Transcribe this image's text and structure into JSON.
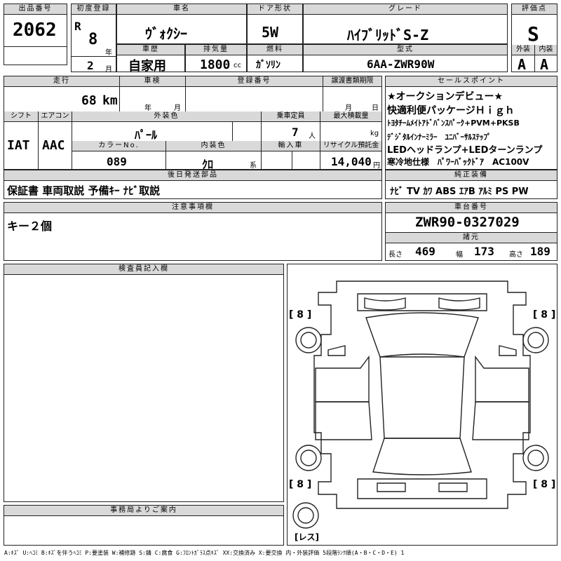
{
  "header": {
    "lot_label": "出品番号",
    "lot_value": "2062",
    "first_reg_label": "初度登録",
    "era": "R",
    "year": "8",
    "year_unit": "年",
    "month": "2",
    "month_unit": "月",
    "car_name_label": "車名",
    "car_name": "ｳﾞｫｸｼｰ",
    "door_label": "ドア形状",
    "door_value": "5W",
    "grade_label": "グレード",
    "grade_value": "ﾊｲﾌﾞﾘｯﾄﾞS-Z",
    "score_label": "評価点",
    "score_value": "S",
    "history_label": "車歴",
    "history_value": "自家用",
    "displacement_label": "排気量",
    "displacement_value": "1800",
    "displacement_unit": "cc",
    "fuel_label": "燃料",
    "fuel_value": "ｶﾞｿﾘﾝ",
    "model_label": "型式",
    "model_value": "6AA-ZWR90W",
    "exterior_label": "外装",
    "exterior_value": "A",
    "interior_label": "内装",
    "interior_value": "A"
  },
  "row2": {
    "mileage_label": "走行",
    "mileage_value": "68",
    "mileage_unit": "km",
    "inspection_label": "車検",
    "inspection_year_unit": "年",
    "inspection_month_unit": "月",
    "regno_label": "登録番号",
    "transfer_label": "譲渡書類期限",
    "transfer_month_unit": "月",
    "transfer_day_unit": "日",
    "shift_label": "シフト",
    "shift_value": "IAT",
    "aircon_label": "エアコン",
    "aircon_value": "AAC",
    "color_label": "外装色",
    "color_value": "ﾊﾟｰﾙ",
    "capacity_label": "乗車定員",
    "capacity_value": "7",
    "capacity_unit": "人",
    "load_label": "最大積載量",
    "load_unit": "kg",
    "colorno_label": "カラーNo.",
    "colorno_value": "089",
    "intcolor_label": "内装色",
    "intcolor_value": "ｸﾛ",
    "intcolor_unit": "系",
    "import_label": "輸入車",
    "recycle_label": "リサイクル預託金",
    "recycle_value": "14,040",
    "recycle_unit": "円"
  },
  "sales_points": {
    "label": "セールスポイント",
    "lines": [
      "★オークションデビュー★",
      "快適利便パッケージＨｉｇｈ",
      "ﾄﾖﾀﾁｰﾑﾒｲﾄｱﾄﾞﾊﾞﾝｽﾊﾟｰｸ+PVM+PKSB",
      "ﾃﾞｼﾞﾀﾙｲﾝﾅｰﾐﾗｰ　ﾕﾆﾊﾞｰｻﾙｽﾃｯﾌﾟ",
      "LEDヘッドランプ+LEDターンランプ",
      "寒冷地仕様　ﾊﾟﾜｰﾊﾞｯｸﾄﾞｱ　AC100V"
    ]
  },
  "later": {
    "label": "後日発送部品",
    "value": "保証書 車両取説 予備ｷｰ ﾅﾋﾞ取説"
  },
  "equipment": {
    "label": "純正装備",
    "value": "ﾅﾋﾞ TV ｶﾜ ABS ｴｱB ｱﾙﾐ PS PW"
  },
  "notes": {
    "label": "注意事項欄",
    "value": "キー２個"
  },
  "chassis": {
    "label": "車台番号",
    "value": "ZWR90-0327029",
    "dims_label": "諸元",
    "length_label": "長さ",
    "length_value": "469",
    "width_label": "幅",
    "width_value": "173",
    "height_label": "高さ",
    "height_value": "189"
  },
  "inspector": {
    "label": "検査員記入欄"
  },
  "office": {
    "label": "事務局よりご案内"
  },
  "diagram": {
    "tire_tl": "8",
    "tire_tr": "8",
    "tire_bl": "8",
    "tire_br": "8",
    "spare": "レス"
  },
  "legend": "A:ｷｽﾞ U:ﾍｺﾐ B:ｷｽﾞを伴うﾍｺﾐ P:要塗装 W:補修跡 S:錆 C:腐食 G:ﾌﾛﾝﾄｶﾞﾗｽ点ｷｽﾞ XX:交換済み X:要交換 内・外装評価 5段階ﾗﾝｸ順(A・B・C・D・E) 1"
}
